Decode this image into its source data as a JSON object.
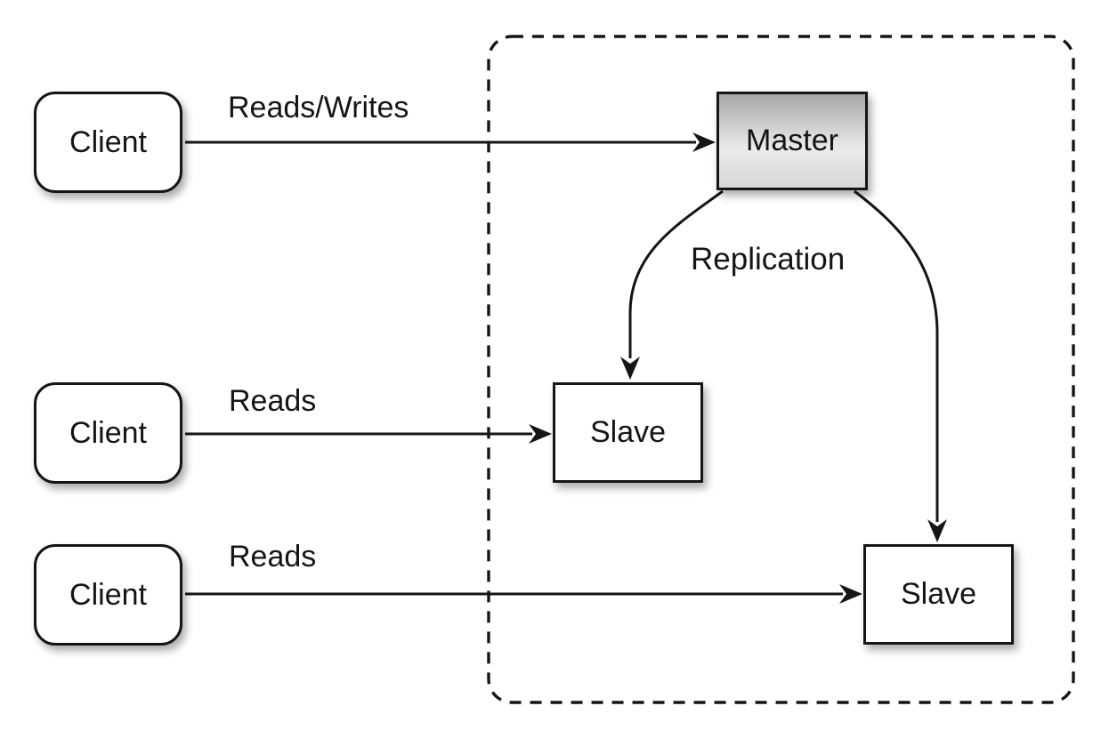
{
  "nodes": {
    "client_top": {
      "label": "Client"
    },
    "client_middle": {
      "label": "Client"
    },
    "client_bottom": {
      "label": "Client"
    },
    "master": {
      "label": "Master"
    },
    "slave_middle": {
      "label": "Slave"
    },
    "slave_bottom": {
      "label": "Slave"
    }
  },
  "edge_labels": {
    "reads_writes": "Reads/Writes",
    "reads_middle": "Reads",
    "reads_bottom": "Reads",
    "replication": "Replication"
  },
  "colors": {
    "stroke": "#151515",
    "text": "#151515",
    "node_fill": "#ffffff",
    "master_top": "#a6a6a6",
    "master_mid": "#ebebeb",
    "master_bottom": "#d7d7d7",
    "background": "#ffffff"
  }
}
